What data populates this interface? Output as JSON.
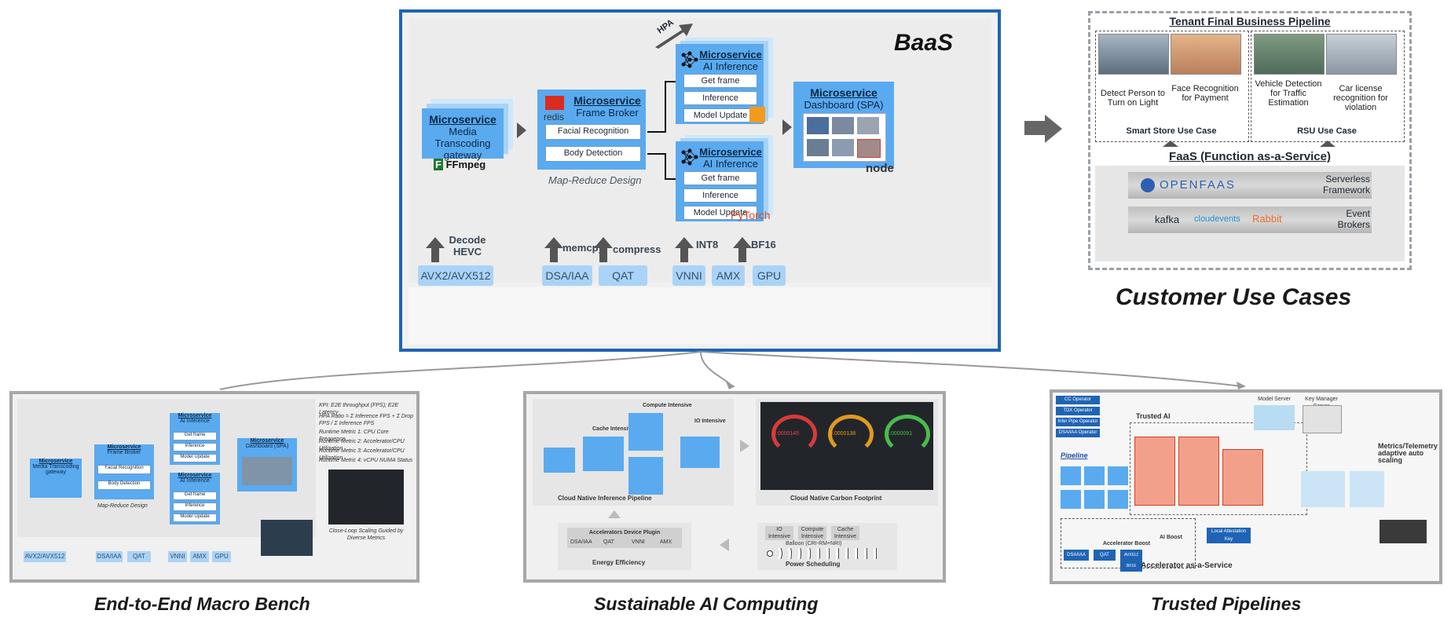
{
  "baas": {
    "title": "BaaS",
    "hpa": "HPA",
    "ms_label": "Microservice",
    "transcoding": {
      "name": "Media Transcoding gateway",
      "logo": "FFmpeg"
    },
    "broker": {
      "name": "Frame Broker",
      "logo": "redis",
      "items": [
        "Facial Recognition",
        "Body Detection"
      ],
      "design": "Map-Reduce Design"
    },
    "inference": {
      "name": "AI Inference",
      "items": [
        "Get frame",
        "Inference",
        "Model Update"
      ],
      "logo_bottom": "PyTorch"
    },
    "dashboard": {
      "name": "Dashboard (SPA)",
      "logo": "node"
    },
    "accelerators": {
      "labels": [
        "Decode HEVC",
        "memcpy",
        "compress",
        "INT8",
        "BF16"
      ],
      "buttons": [
        "AVX2/AVX512",
        "DSA/IAA",
        "QAT",
        "VNNI",
        "AMX",
        "GPU"
      ]
    }
  },
  "tenant": {
    "title": "Tenant Final Business Pipeline",
    "use_cases": [
      {
        "text": "Detect Person to Turn on Light"
      },
      {
        "text": "Face Recognition for Payment"
      },
      {
        "text": "Vehicle Detection for Traffic Estimation"
      },
      {
        "text": "Car license recognition for violation"
      }
    ],
    "groups": [
      "Smart Store Use Case",
      "RSU Use Case"
    ],
    "faas_title": "FaaS (Function as-a-Service)",
    "openfaas": "OPENFAAS",
    "serverless": "Serverless Framework",
    "kafka": "kafka",
    "cloudevents": "cloudevents",
    "rabbit": "Rabbit",
    "event_brokers": "Event Brokers"
  },
  "captions": {
    "customer": "Customer Use Cases",
    "macro": "End-to-End Macro Bench",
    "sustainable": "Sustainable AI Computing",
    "trusted": "Trusted Pipelines"
  },
  "macro": {
    "kpi": "KPI: E2E throughput (FPS); E2E Latency",
    "hpa_ratio": "HPA Ratio = Σ Inference FPS + Σ Drop FPS / Σ Inference FPS",
    "metric1": "Runtime Metric 1: CPU Core Frequence",
    "metric2": "Runtime Metric 2: Accelerator/CPU Utilization",
    "metric3": "Runtime Metric 3: Accelerator/CPU Utilization",
    "metric4": "Runtime Metric 4: vCPU NUMA Status",
    "loop": "Close-Loop Scaling Guided by Diverse Metrics"
  },
  "sustain": {
    "compute": "Compute Intensive",
    "cache": "Cache Intensive",
    "io": "IO Intensive",
    "pipeline": "Cloud Native Inference Pipeline",
    "carbon": "Cloud Native Carbon Footprint",
    "gauges": [
      "0.0000145",
      "0.0000138",
      "0.0000091"
    ],
    "plugin": "Accelerators Device Plugin",
    "plugin_items": [
      "DSA/IAA",
      "QAT",
      "VNNI",
      "AMX"
    ],
    "energy": "Energy Efficiency",
    "sched_labels": [
      "IO Intensive",
      "Compute Intensive",
      "Cache Intensive"
    ],
    "balloon": "Balloon (CRI-RM+NRI)",
    "power": "Power Scheduling"
  },
  "trusted": {
    "operators": [
      "CC Operator",
      "TDX Operator",
      "Infer Pipe Operator",
      "DSA/IAA Operator"
    ],
    "trusted_ai": "Trusted AI",
    "pipeline": "Pipeline",
    "model_server": "Model Server",
    "key_manager": "Key Manager Server",
    "metrics": "Metrics/Telemetry adaptive auto scaling",
    "accel": "Accelerator as-a-Service",
    "ai_boost": "AI Boost",
    "accel_boost": "Accelerator Boost",
    "local_key": "Local Attestation Key",
    "accel_items": [
      "DSA/IAA",
      "QAT",
      "AVX512 BF16"
    ]
  },
  "colors": {
    "accent_blue": "#1f64b4",
    "ms_blue": "#5aaaf0",
    "accel_blue": "#aad3f8"
  }
}
